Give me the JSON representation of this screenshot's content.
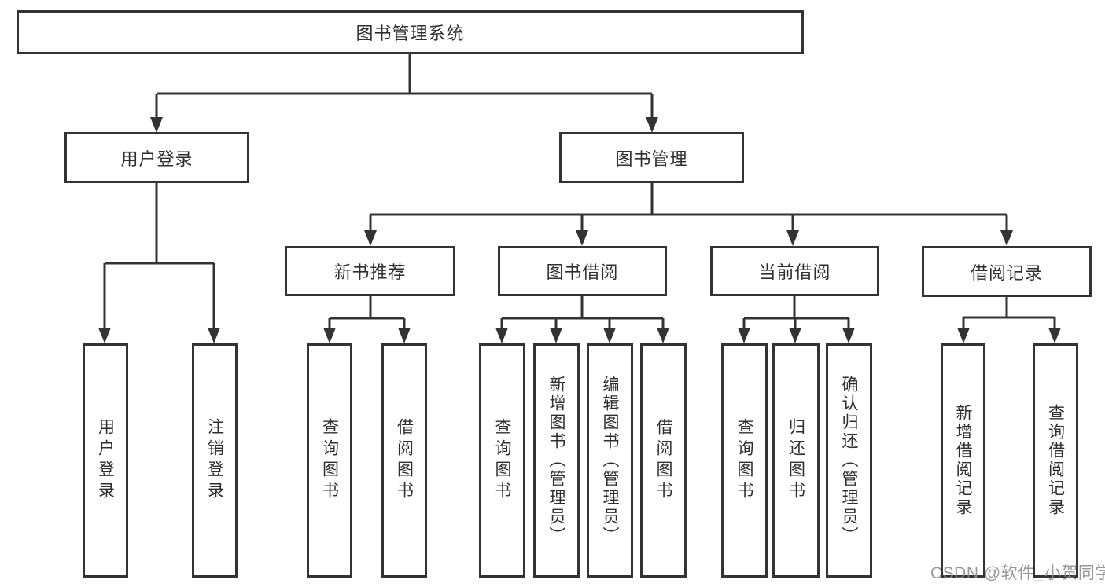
{
  "diagram": {
    "title": "图书管理系统",
    "colors": {
      "line": "#333333",
      "text": "#2f2f2f",
      "background": "#ffffff",
      "watermark": "#8c8c94"
    },
    "nodes": {
      "root": "图书管理系统",
      "user_login": "用户登录",
      "book_management": "图书管理",
      "new_book_recommend": "新书推荐",
      "book_borrowing": "图书借阅",
      "current_borrowing": "当前借阅",
      "borrowing_records": "借阅记录",
      "user_login_children": [
        "用户登录",
        "注销登录"
      ],
      "new_book_recommend_children": [
        "查询图书",
        "借阅图书"
      ],
      "book_borrowing_children": [
        "查询图书",
        "新增图书（管理员）",
        "编辑图书（管理员）",
        "借阅图书"
      ],
      "current_borrowing_children": [
        "查询图书",
        "归还图书",
        "确认归还（管理员）"
      ],
      "borrowing_records_children": [
        "新增借阅记录",
        "查询借阅记录"
      ]
    },
    "watermark": "CSDN @软件_小贺同学"
  }
}
